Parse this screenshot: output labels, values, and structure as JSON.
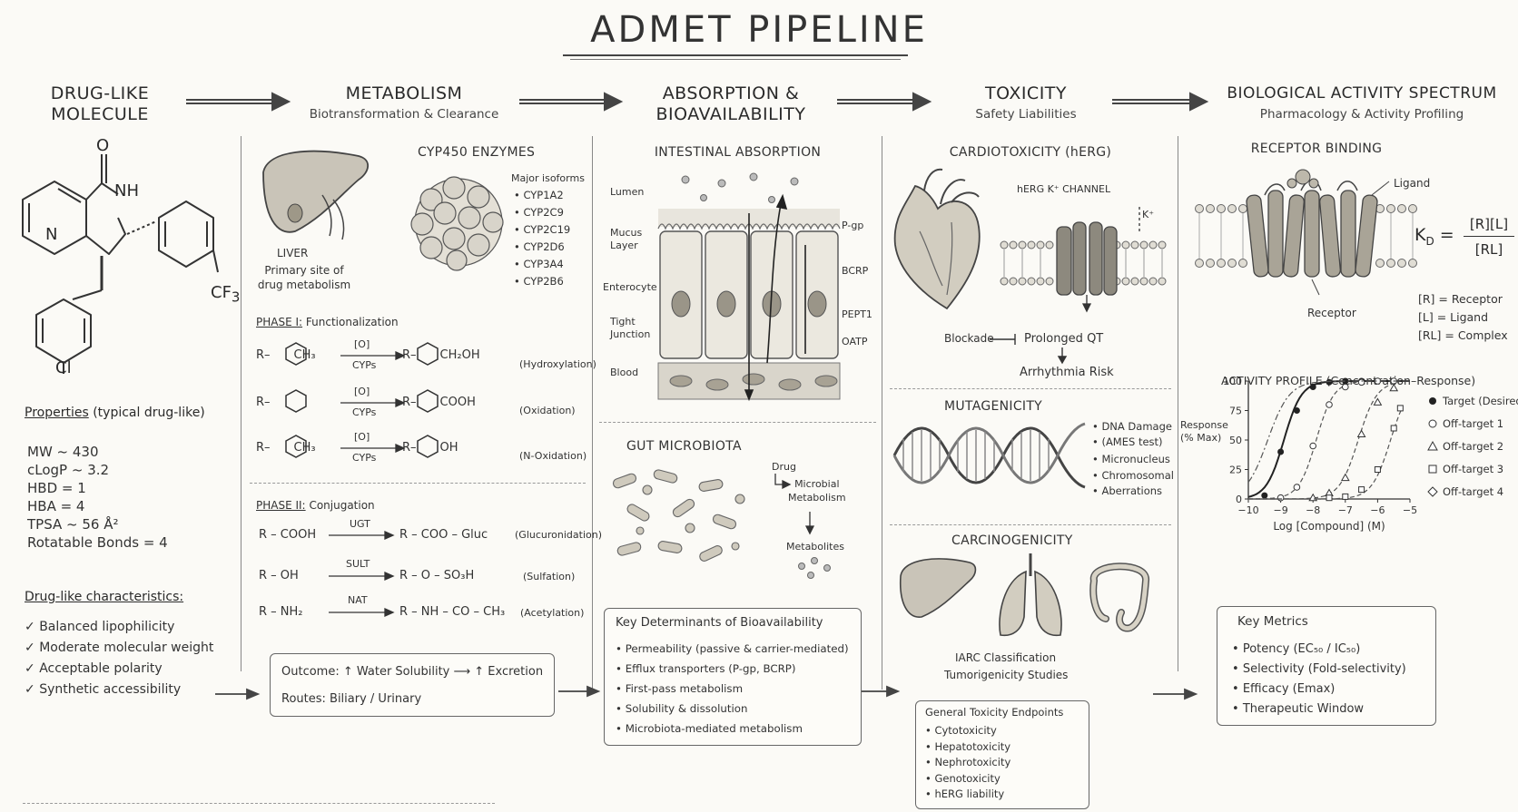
{
  "title": "ADMET PIPELINE",
  "columns": {
    "molecule": {
      "title_l1": "DRUG-LIKE",
      "title_l2": "MOLECULE",
      "props_header": "Properties",
      "props_note": "(typical drug-like)",
      "props": [
        "MW ~ 430",
        "cLogP ~ 3.2",
        "HBD = 1",
        "HBA = 4",
        "TPSA ~ 56 Å²",
        "Rotatable Bonds = 4"
      ],
      "char_header": "Drug-like characteristics:",
      "chars": [
        "Balanced lipophilicity",
        "Moderate molecular weight",
        "Acceptable polarity",
        "Synthetic accessibility"
      ],
      "atoms": {
        "o": "O",
        "nh": "NH",
        "n": "N",
        "cf3": "CF",
        "cf3_sub": "3",
        "cl": "Cl"
      }
    },
    "metabolism": {
      "title": "METABOLISM",
      "subtitle": "Biotransformation & Clearance",
      "liver_label": "LIVER",
      "liver_note_l1": "Primary site of",
      "liver_note_l2": "drug metabolism",
      "cyp_title": "CYP450 ENZYMES",
      "isoforms_header": "Major isoforms",
      "isoforms": [
        "CYP1A2",
        "CYP2C9",
        "CYP2C19",
        "CYP2D6",
        "CYP3A4",
        "CYP2B6"
      ],
      "phase1_header": "PHASE I:",
      "phase1_note": "Functionalization",
      "phase1": [
        {
          "left": "R–",
          "left_sub": "CH₃",
          "reagent": "[O]",
          "cat": "CYPs",
          "right": "R–",
          "right_sub": "CH₂OH",
          "name": "(Hydroxylation)"
        },
        {
          "left": "R–",
          "left_sub": "",
          "reagent": "[O]",
          "cat": "CYPs",
          "right": "R–",
          "right_sub": "COOH",
          "name": "(Oxidation)"
        },
        {
          "left": "R–",
          "left_sub": "CH₃",
          "reagent": "[O]",
          "cat": "CYPs",
          "right": "R–",
          "right_sub": "OH",
          "name": "(N-Oxidation)"
        }
      ],
      "phase2_header": "PHASE II:",
      "phase2_note": "Conjugation",
      "phase2": [
        {
          "left": "R – COOH",
          "enzyme": "UGT",
          "right": "R – COO – Gluc",
          "name": "(Glucuronidation)"
        },
        {
          "left": "R – OH",
          "enzyme": "SULT",
          "right": "R – O – SO₃H",
          "name": "(Sulfation)"
        },
        {
          "left": "R – NH₂",
          "enzyme": "NAT",
          "right": "R – NH – CO – CH₃",
          "name": "(Acetylation)"
        }
      ],
      "outcome_l1": "Outcome:  ↑ Water Solubility ⟶ ↑ Excretion",
      "outcome_l2": "Routes:  Biliary / Urinary"
    },
    "absorption": {
      "title_l1": "ABSORPTION &",
      "title_l2": "BIOAVAILABILITY",
      "intestinal_title": "INTESTINAL ABSORPTION",
      "left_labels": {
        "lumen": "Lumen",
        "mucus_l1": "Mucus",
        "mucus_l2": "Layer",
        "enterocyte": "Enterocyte",
        "tight_l1": "Tight",
        "tight_l2": "Junction",
        "blood": "Blood"
      },
      "right_labels": [
        "P-gp",
        "BCRP",
        "PEPT1",
        "OATP"
      ],
      "microbiota_title": "GUT MICROBIOTA",
      "flow": {
        "drug": "Drug",
        "micro_l1": "Microbial",
        "micro_l2": "Metabolism",
        "metabolites": "Metabolites"
      },
      "box_title": "Key Determinants of Bioavailability",
      "determinants": [
        "Permeability (passive & carrier-mediated)",
        "Efflux transporters (P-gp, BCRP)",
        "First-pass metabolism",
        "Solubility & dissolution",
        "Microbiota-mediated metabolism"
      ]
    },
    "toxicity": {
      "title": "TOXICITY",
      "subtitle": "Safety Liabilities",
      "cardio_title": "CARDIOTOXICITY (hERG)",
      "channel_title": "hERG K⁺ CHANNEL",
      "k_label": "K⁺",
      "blockade": "Blockade",
      "qt": "Prolonged QT",
      "arrhythmia": "Arrhythmia Risk",
      "muta_title": "MUTAGENICITY",
      "muta_items": [
        "DNA Damage",
        "(AMES test)",
        "Micronucleus",
        "Chromosomal",
        "Aberrations"
      ],
      "carc_title": "CARCINOGENICITY",
      "iarc": "IARC Classification",
      "tumor": "Tumorigenicity Studies",
      "endpoints_title": "General Toxicity Endpoints",
      "endpoints": [
        "Cytotoxicity",
        "Hepatotoxicity",
        "Nephrotoxicity",
        "Genotoxicity",
        "hERG liability"
      ]
    },
    "activity": {
      "title": "BIOLOGICAL ACTIVITY SPECTRUM",
      "subtitle": "Pharmacology & Activity Profiling",
      "receptor_title": "RECEPTOR BINDING",
      "ligand_label": "Ligand",
      "receptor_label": "Receptor",
      "kd_lhs": "K",
      "kd_sub": "D",
      "kd_eq": "=",
      "kd_num": "[R][L]",
      "kd_den": "[RL]",
      "defs": [
        "[R] = Receptor",
        "[L] = Ligand",
        "[RL] = Complex"
      ],
      "metrics_title": "Key Metrics",
      "metrics": [
        "Potency (EC₅₀ / IC₅₀)",
        "Selectivity (Fold-selectivity)",
        "Efficacy (Emax)",
        "Therapeutic Window"
      ]
    }
  },
  "chart_data": {
    "type": "line",
    "title": "ACTIVITY PROFILE (Concentration–Response)",
    "xlabel": "Log [Compound] (M)",
    "ylabel_l1": "Response",
    "ylabel_l2": "(% Max)",
    "xlim": [
      -10,
      -5
    ],
    "ylim": [
      0,
      100
    ],
    "xticks": [
      -10,
      -9,
      -8,
      -7,
      -6,
      -5
    ],
    "yticks": [
      0,
      25,
      50,
      75,
      100
    ],
    "xtick_labels": [
      "−10",
      "−9",
      "−8",
      "−7",
      "−6",
      "−5"
    ],
    "ytick_labels": [
      "0",
      "25",
      "50",
      "75",
      "100"
    ],
    "grid": false,
    "legend_position": "right",
    "series": [
      {
        "name": "Target (Desired)",
        "marker": "filled-circle",
        "style": "solid",
        "ec50_log": -8.9,
        "hill": 1.6,
        "x": [
          -9.5,
          -9,
          -8.5,
          -8,
          -7.5,
          -7,
          -6.5,
          -6,
          -5.5
        ],
        "y": [
          3,
          40,
          75,
          95,
          99,
          100,
          100,
          100,
          100
        ]
      },
      {
        "name": "Off-target 1",
        "marker": "open-circle",
        "style": "dashed",
        "ec50_log": -7.9,
        "hill": 1.6,
        "x": [
          -9,
          -8.5,
          -8,
          -7.5,
          -7,
          -6.5,
          -6,
          -5.5
        ],
        "y": [
          1,
          10,
          45,
          80,
          95,
          99,
          100,
          100
        ]
      },
      {
        "name": "Off-target 2",
        "marker": "triangle",
        "style": "dashed",
        "ec50_log": -6.6,
        "hill": 1.5,
        "x": [
          -8,
          -7.5,
          -7,
          -6.5,
          -6,
          -5.5
        ],
        "y": [
          1,
          5,
          18,
          55,
          82,
          94
        ]
      },
      {
        "name": "Off-target 3",
        "marker": "square",
        "style": "dashed",
        "ec50_log": -5.6,
        "hill": 1.5,
        "x": [
          -7.5,
          -7,
          -6.5,
          -6,
          -5.5,
          -5.3
        ],
        "y": [
          1,
          2,
          8,
          25,
          60,
          77
        ]
      },
      {
        "name": "Off-target 4",
        "marker": "diamond",
        "style": "dash-dot",
        "ec50_log": -9.4,
        "hill": 1.3,
        "x": [],
        "y": []
      }
    ]
  }
}
